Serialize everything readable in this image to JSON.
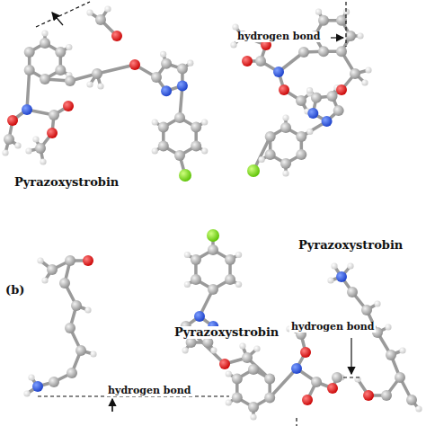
{
  "diagram": {
    "labels": [
      "hydrogen bond",
      "Pyrazoxystrobin",
      "Pyrazoxystrobin",
      "(b)",
      "Pyrazoxystrobin",
      "hydrogen bond",
      "hydrogen bond"
    ]
  }
}
